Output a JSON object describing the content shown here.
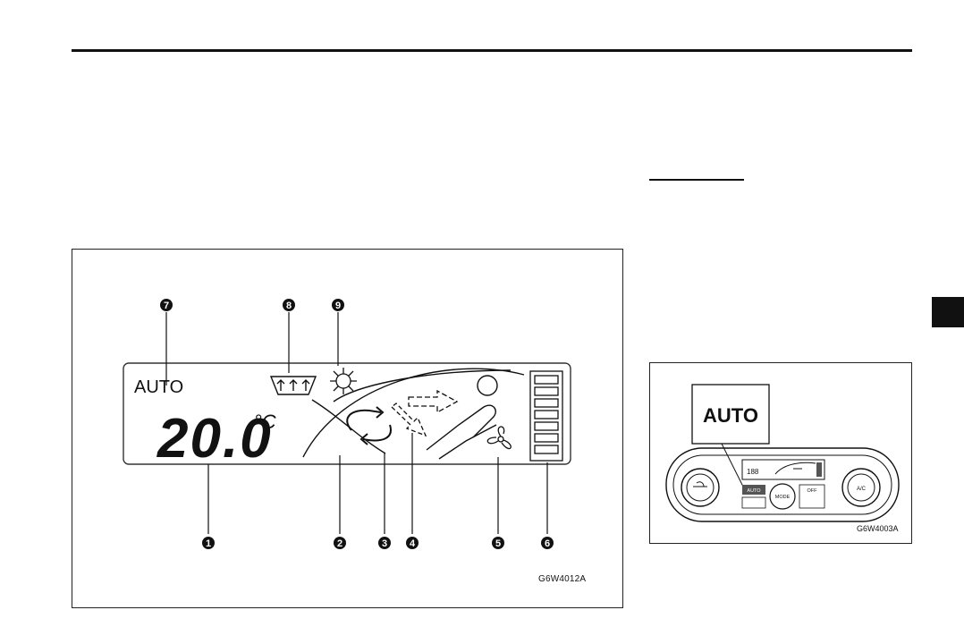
{
  "figure_main": {
    "lcd": {
      "auto_label": "AUTO",
      "temperature": "20.0",
      "unit": "°C",
      "fan_level_segments": 7
    },
    "callouts": [
      "1",
      "2",
      "3",
      "4",
      "5",
      "6",
      "7",
      "8",
      "9"
    ],
    "code": "G6W4012A"
  },
  "figure_side": {
    "auto_callout": "AUTO",
    "panel_labels": {
      "auto_button": "AUTO",
      "mode_dial": "MODE",
      "off_button": "OFF",
      "ac_knob": "A/C"
    },
    "code": "G6W4003A"
  },
  "icons": [
    "rear-defrost-icon",
    "snowflake-icon",
    "recirculation-icon",
    "fan-icon",
    "seat-occupant-icon",
    "airflow-arrow-icon"
  ]
}
